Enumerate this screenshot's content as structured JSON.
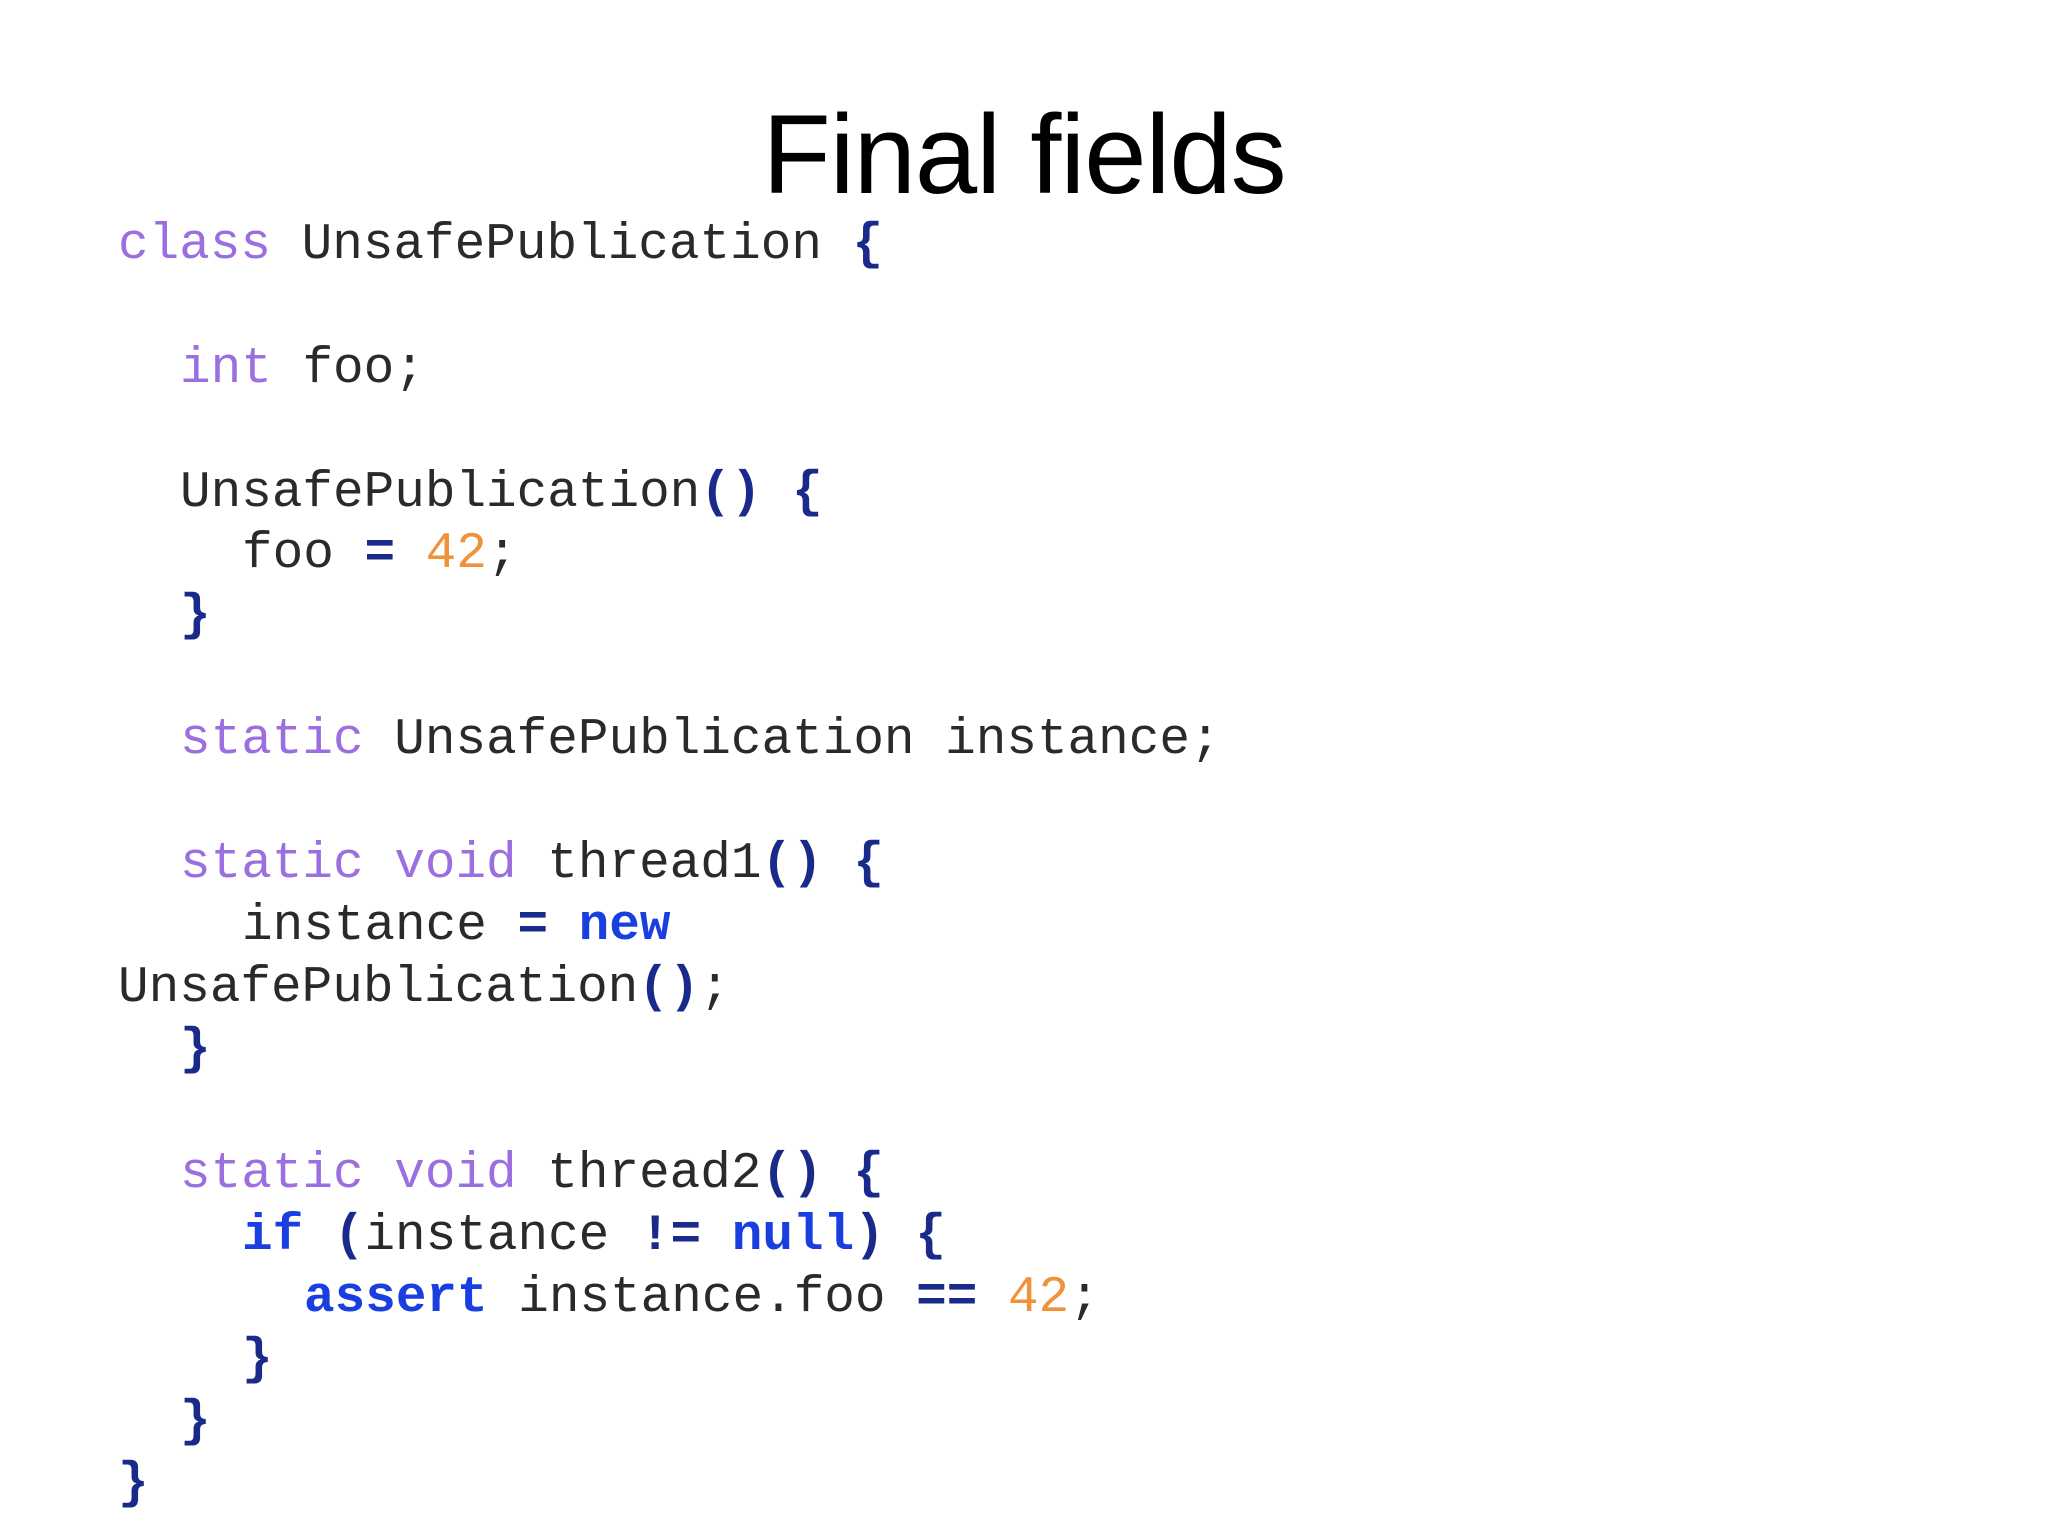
{
  "slide": {
    "title": "Final fields"
  },
  "code": {
    "l1_kw": "class",
    "l1_name": "UnsafePublication",
    "l1_brace": "{",
    "l2_kw": "int",
    "l2_rest": "foo;",
    "l3_name": "UnsafePublication",
    "l3_parens": "()",
    "l3_brace": "{",
    "l4_id": "foo",
    "l4_eq": "=",
    "l4_num": "42",
    "l4_semi": ";",
    "l5_brace": "}",
    "l6_kw": "static",
    "l6_rest": "UnsafePublication instance;",
    "l7_kw": "static void",
    "l7_name": "thread1",
    "l7_parens": "()",
    "l7_brace": "{",
    "l8_id": "instance",
    "l8_eq": "=",
    "l8_new": "new",
    "l9_name": "UnsafePublication",
    "l9_parens": "()",
    "l9_semi": ";",
    "l10_brace": "}",
    "l11_kw": "static void",
    "l11_name": "thread2",
    "l11_parens": "()",
    "l11_brace": "{",
    "l12_if": "if",
    "l12_open": "(",
    "l12_id": "instance",
    "l12_neq": "!=",
    "l12_null": "null",
    "l12_close": ")",
    "l12_brace": "{",
    "l13_assert": "assert",
    "l13_id": "instance.foo",
    "l13_eqeq": "==",
    "l13_num": "42",
    "l13_semi": ";",
    "l14_brace": "}",
    "l15_brace": "}",
    "l16_brace": "}"
  }
}
